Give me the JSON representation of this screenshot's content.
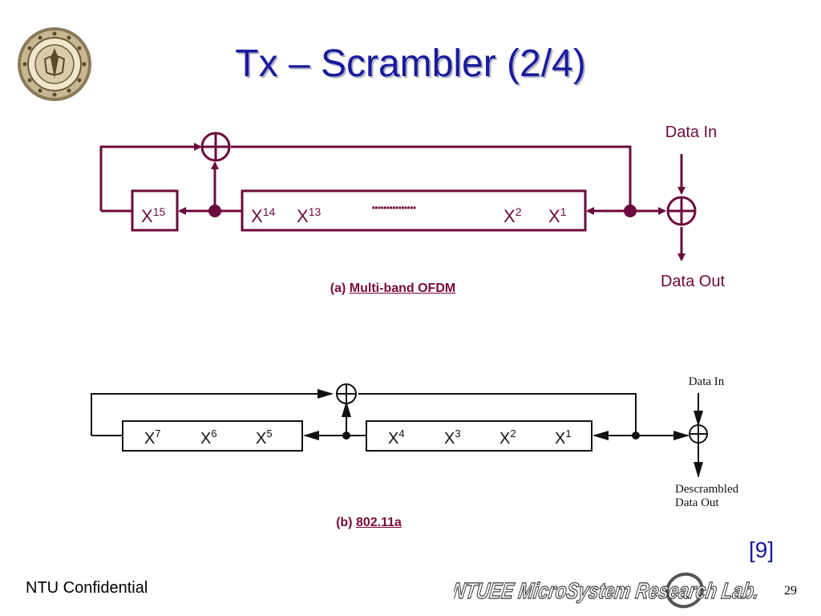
{
  "slide": {
    "title": "Tx – Scrambler (2/4)",
    "reference": "[9]",
    "footer_left": "NTU Confidential",
    "page_number": "29",
    "lab_logo_text": "NTUEE MicroSystem Research Lab."
  },
  "diagram_a": {
    "data_in": "Data In",
    "data_out": "Data Out",
    "x15": "X",
    "x15_sup": "15",
    "x14": "X",
    "x14_sup": "14",
    "x13": "X",
    "x13_sup": "13",
    "dots": "···············",
    "x2": "X",
    "x2_sup": "2",
    "x1": "X",
    "x1_sup": "1",
    "caption_prefix": "(a)",
    "caption_link": "Multi-band OFDM"
  },
  "diagram_b": {
    "data_in": "Data In",
    "data_out_line1": "Descrambled",
    "data_out_line2": "Data Out",
    "x7": "X",
    "x7_sup": "7",
    "x6": "X",
    "x6_sup": "6",
    "x5": "X",
    "x5_sup": "5",
    "x4": "X",
    "x4_sup": "4",
    "x3": "X",
    "x3_sup": "3",
    "x2": "X",
    "x2_sup": "2",
    "x1": "X",
    "x1_sup": "1",
    "caption_prefix": "(b)",
    "caption_link": "802.11a"
  },
  "colors": {
    "title": "#1a1a9e",
    "diagram_a_line": "#6b0a3c",
    "diagram_b_line": "#111111",
    "caption": "#7a0a3a"
  }
}
